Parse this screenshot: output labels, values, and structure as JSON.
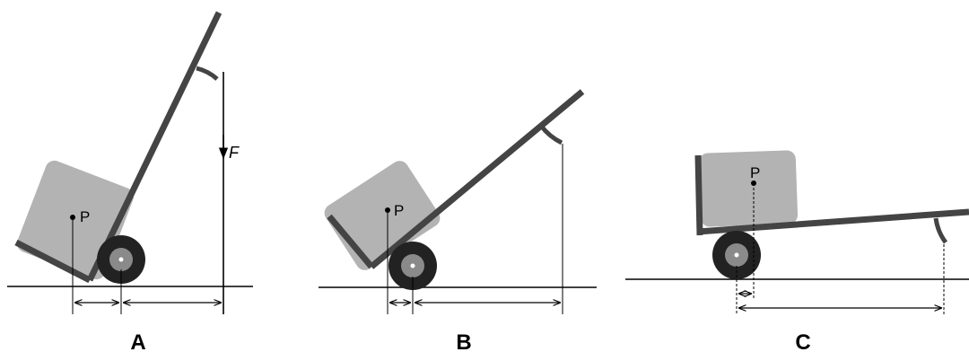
{
  "colors": {
    "frame": "#444444",
    "box": "#b3b3b3",
    "wheel": "#222222",
    "hub": "#8a8a8a",
    "ground": "#000000",
    "dimension_line": "#000000"
  },
  "panels": [
    {
      "label": "A",
      "point_label": "P",
      "force_label": "F"
    },
    {
      "label": "B",
      "point_label": "P"
    },
    {
      "label": "C",
      "point_label": "P"
    }
  ]
}
